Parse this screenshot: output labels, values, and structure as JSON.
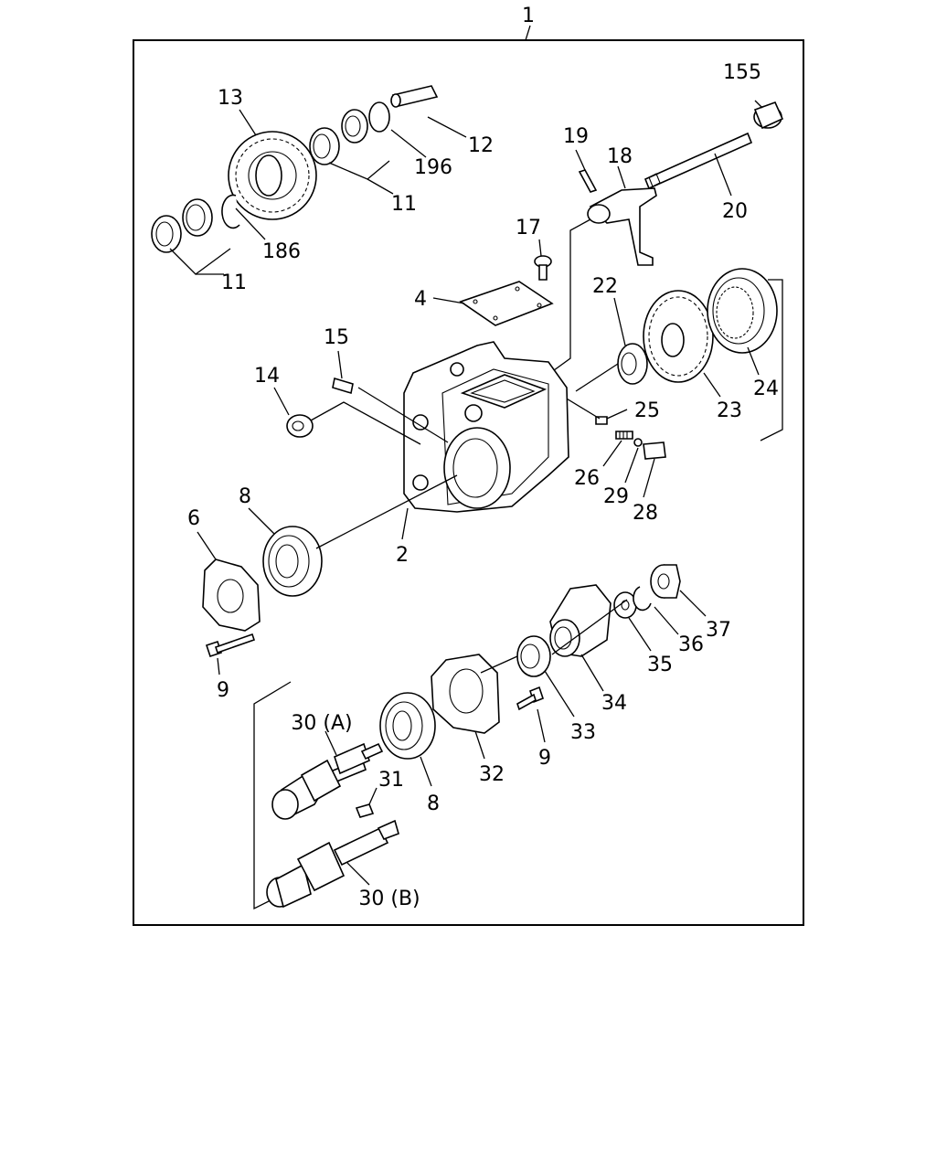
{
  "diagram": {
    "assembly_label": "1",
    "callouts": [
      {
        "id": "c155",
        "text": "155"
      },
      {
        "id": "c13",
        "text": "13"
      },
      {
        "id": "c12",
        "text": "12"
      },
      {
        "id": "c196",
        "text": "196"
      },
      {
        "id": "c11a",
        "text": "11"
      },
      {
        "id": "c19",
        "text": "19"
      },
      {
        "id": "c18",
        "text": "18"
      },
      {
        "id": "c20",
        "text": "20"
      },
      {
        "id": "c17",
        "text": "17"
      },
      {
        "id": "c186",
        "text": "186"
      },
      {
        "id": "c11b",
        "text": "11"
      },
      {
        "id": "c4",
        "text": "4"
      },
      {
        "id": "c22",
        "text": "22"
      },
      {
        "id": "c24",
        "text": "24"
      },
      {
        "id": "c15",
        "text": "15"
      },
      {
        "id": "c14",
        "text": "14"
      },
      {
        "id": "c25",
        "text": "25"
      },
      {
        "id": "c23",
        "text": "23"
      },
      {
        "id": "c26",
        "text": "26"
      },
      {
        "id": "c29",
        "text": "29"
      },
      {
        "id": "c28",
        "text": "28"
      },
      {
        "id": "c8a",
        "text": "8"
      },
      {
        "id": "c6",
        "text": "6"
      },
      {
        "id": "c2",
        "text": "2"
      },
      {
        "id": "c37",
        "text": "37"
      },
      {
        "id": "c36",
        "text": "36"
      },
      {
        "id": "c35",
        "text": "35"
      },
      {
        "id": "c9a",
        "text": "9"
      },
      {
        "id": "c34",
        "text": "34"
      },
      {
        "id": "c30a",
        "text": "30 (A)"
      },
      {
        "id": "c33",
        "text": "33"
      },
      {
        "id": "c9b",
        "text": "9"
      },
      {
        "id": "c32",
        "text": "32"
      },
      {
        "id": "c31",
        "text": "31"
      },
      {
        "id": "c8b",
        "text": "8"
      },
      {
        "id": "c30b",
        "text": "30 (B)"
      }
    ]
  }
}
